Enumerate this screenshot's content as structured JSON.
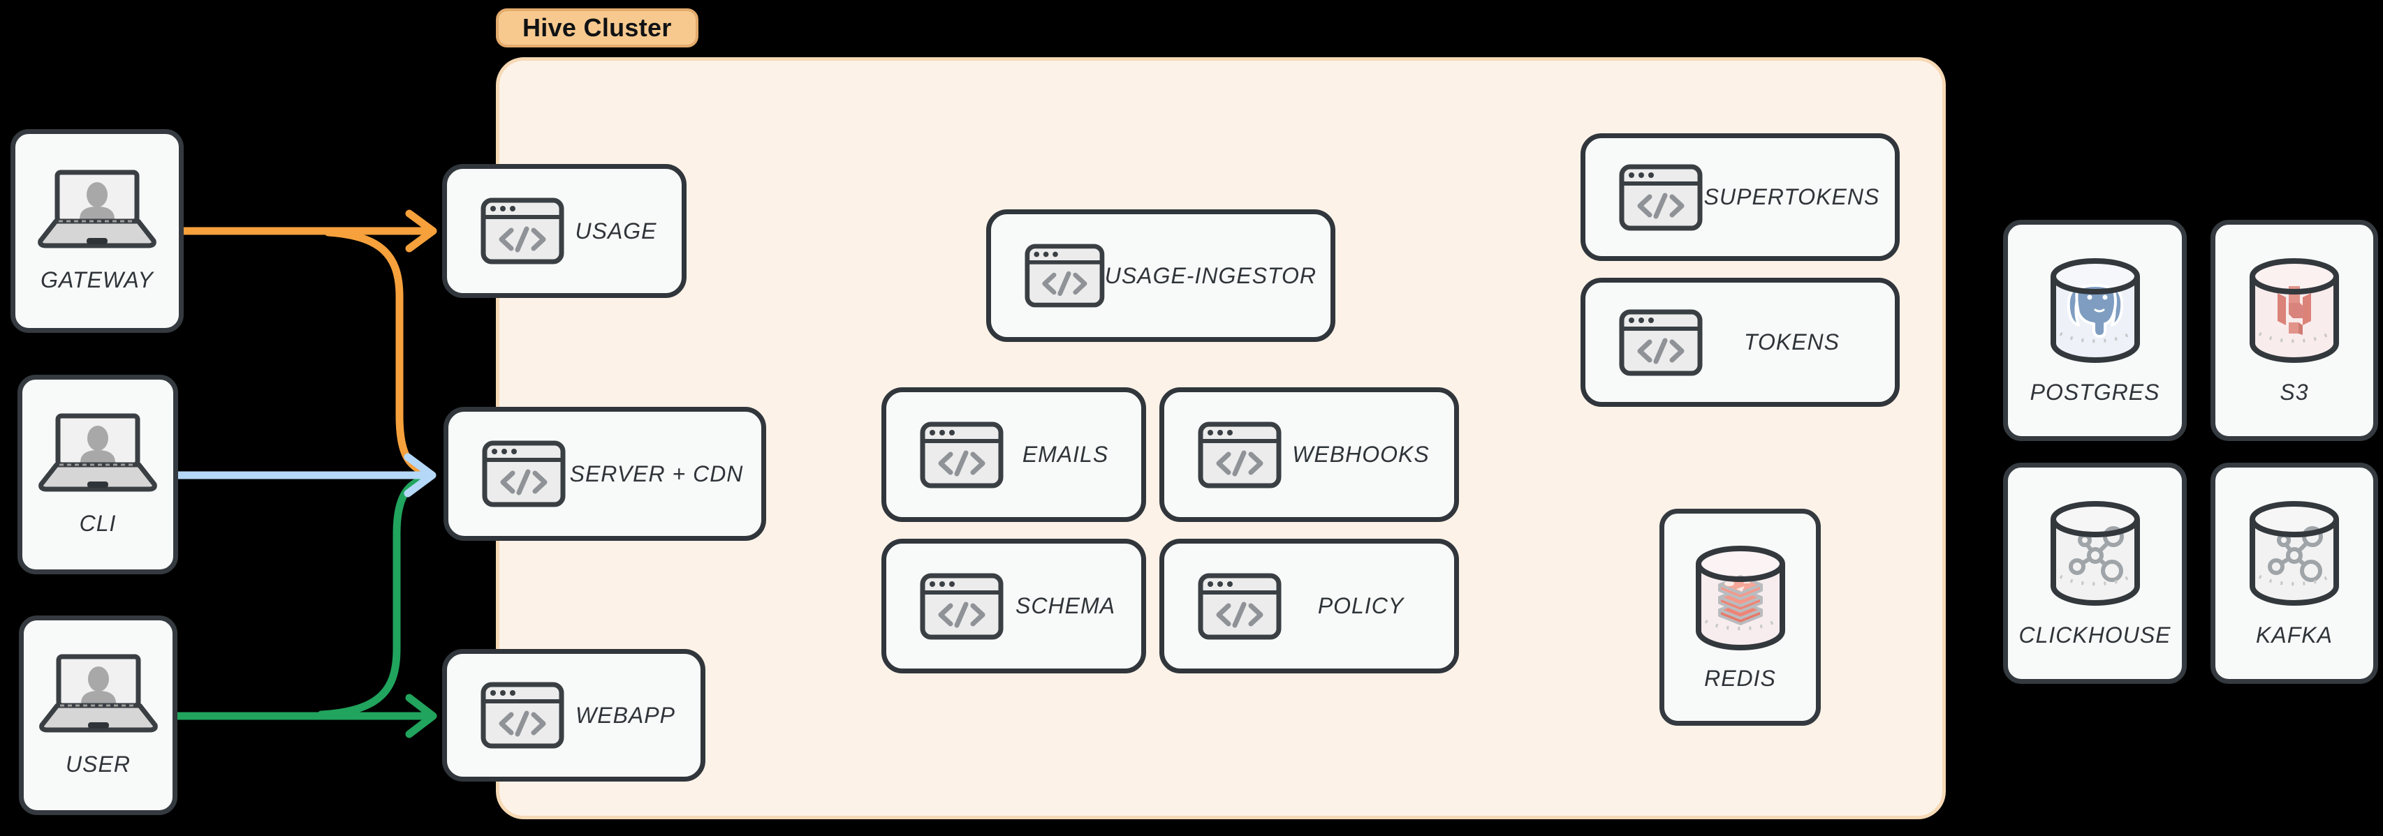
{
  "canvas": {
    "background": "#000000"
  },
  "cluster": {
    "label": "Hive Cluster",
    "colors": {
      "pill_bg": "#f7c98f",
      "pill_border": "#e3ab6c",
      "bg": "#fdf2e8",
      "border": "#f6d9b5"
    }
  },
  "external_nodes": {
    "gateway": {
      "label": "GATEWAY",
      "icon": "laptop-user-icon"
    },
    "cli": {
      "label": "CLI",
      "icon": "laptop-user-icon"
    },
    "user": {
      "label": "USER",
      "icon": "laptop-user-icon"
    }
  },
  "services": {
    "usage": {
      "label": "USAGE",
      "icon": "code-window-icon"
    },
    "server_cdn": {
      "label": "SERVER + CDN",
      "icon": "code-window-icon"
    },
    "webapp": {
      "label": "WEBAPP",
      "icon": "code-window-icon"
    },
    "usage_ingestor": {
      "label": "USAGE-INGESTOR",
      "icon": "code-window-icon"
    },
    "emails": {
      "label": "EMAILS",
      "icon": "code-window-icon"
    },
    "webhooks": {
      "label": "WEBHOOKS",
      "icon": "code-window-icon"
    },
    "schema": {
      "label": "SCHEMA",
      "icon": "code-window-icon"
    },
    "policy": {
      "label": "POLICY",
      "icon": "code-window-icon"
    },
    "supertokens": {
      "label": "SUPERTOKENS",
      "icon": "code-window-icon"
    },
    "tokens": {
      "label": "TOKENS",
      "icon": "code-window-icon"
    },
    "redis": {
      "label": "REDIS",
      "icon": "database-cylinder-redis-icon",
      "accent": "#ee8577"
    }
  },
  "datastores": {
    "postgres": {
      "label": "POSTGRES",
      "icon": "database-cylinder-postgres-icon",
      "accent": "#7e9dc1"
    },
    "s3": {
      "label": "S3",
      "icon": "database-cylinder-s3-icon",
      "accent": "#d8837b"
    },
    "clickhouse": {
      "label": "CLICKHOUSE",
      "icon": "database-cylinder-network-icon",
      "accent": "#9fa4a8"
    },
    "kafka": {
      "label": "KAFKA",
      "icon": "database-cylinder-network-icon",
      "accent": "#9fa4a8"
    }
  },
  "arrows": [
    {
      "from": "GATEWAY",
      "to": "USAGE",
      "color": "#f6a13c"
    },
    {
      "from": "GATEWAY",
      "to": "SERVER + CDN",
      "color": "#f6a13c"
    },
    {
      "from": "CLI",
      "to": "SERVER + CDN",
      "color": "#b5d8f8"
    },
    {
      "from": "USER",
      "to": "WEBAPP",
      "color": "#21a45d"
    },
    {
      "from": "USER",
      "to": "SERVER + CDN",
      "color": "#21a45d"
    }
  ]
}
